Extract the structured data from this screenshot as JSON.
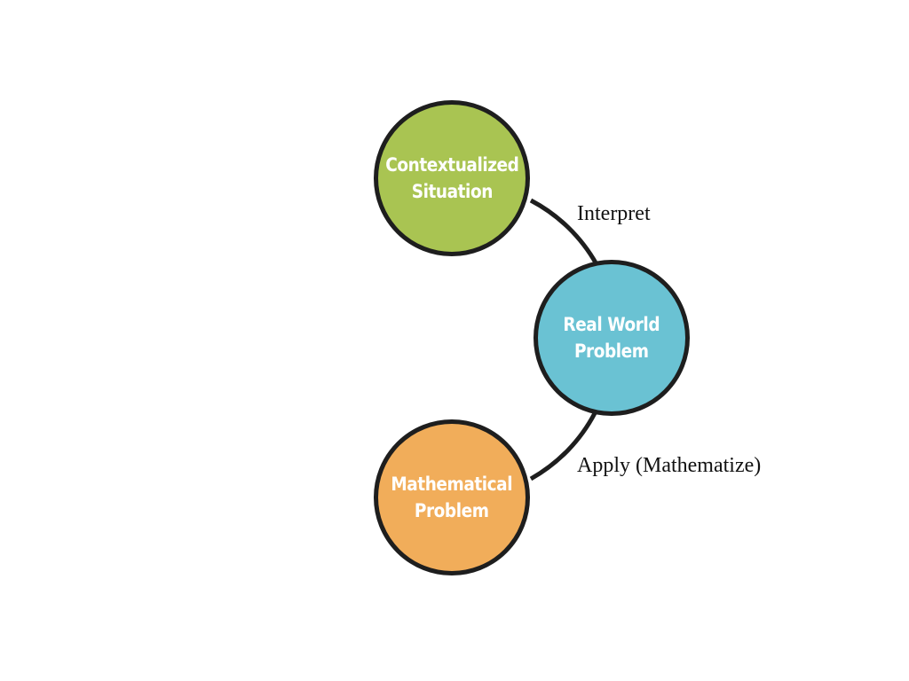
{
  "diagram": {
    "nodes": [
      {
        "id": "contextualized",
        "line1": "Contextualized",
        "line2": "Situation",
        "color": "#a9c452"
      },
      {
        "id": "real-world",
        "line1": "Real World",
        "line2": "Problem",
        "color": "#6ac2d3"
      },
      {
        "id": "mathematical",
        "line1": "Mathematical",
        "line2": "Problem",
        "color": "#f1ad5a"
      }
    ],
    "edges": [
      {
        "from": "real-world",
        "to": "contextualized",
        "label": "Interpret"
      },
      {
        "from": "mathematical",
        "to": "real-world",
        "label": "Apply (Mathematize)"
      }
    ],
    "outline_color": "#1e1e1e"
  }
}
